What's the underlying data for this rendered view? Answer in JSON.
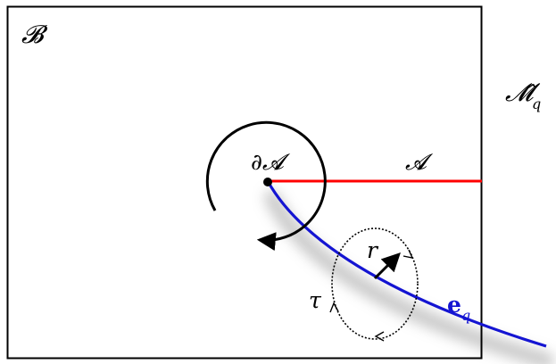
{
  "labels": {
    "outer_region": "𝓑",
    "manifold": "𝓜̂",
    "manifold_sub": "q",
    "boundary": "∂𝓐",
    "branch_cut": "𝓐",
    "radius": "r",
    "time": "τ",
    "curve_main": "e",
    "curve_sub": "q"
  },
  "colors": {
    "branch_cut": "#ff0000",
    "curve": "#1414d2",
    "frame": "#000000",
    "shadow": "#b9b9b9"
  },
  "icons": {
    "rotation_arrow": "circular-arrow-icon",
    "radius_arrow": "arrow-icon",
    "time_loop": "dotted-circle-icon"
  }
}
